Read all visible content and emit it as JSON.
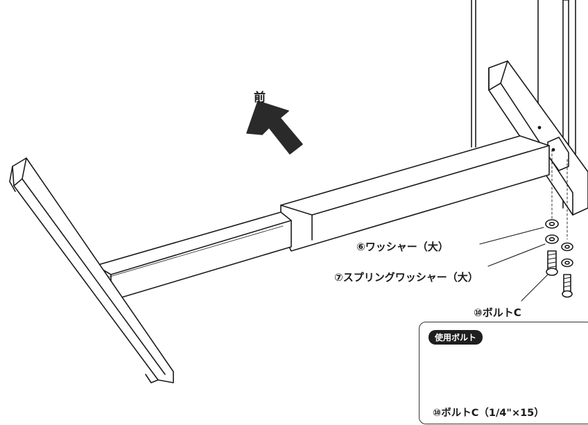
{
  "labels": {
    "direction": "前",
    "washer_large": "⑥ワッシャー（大）",
    "spring_washer": "⑦スプリングワッシャー（大）",
    "bolt": "⑩ボルトC"
  },
  "callout": {
    "title": "使用ボルト",
    "caption": "⑩ボルトC（1/4\"×15）"
  }
}
